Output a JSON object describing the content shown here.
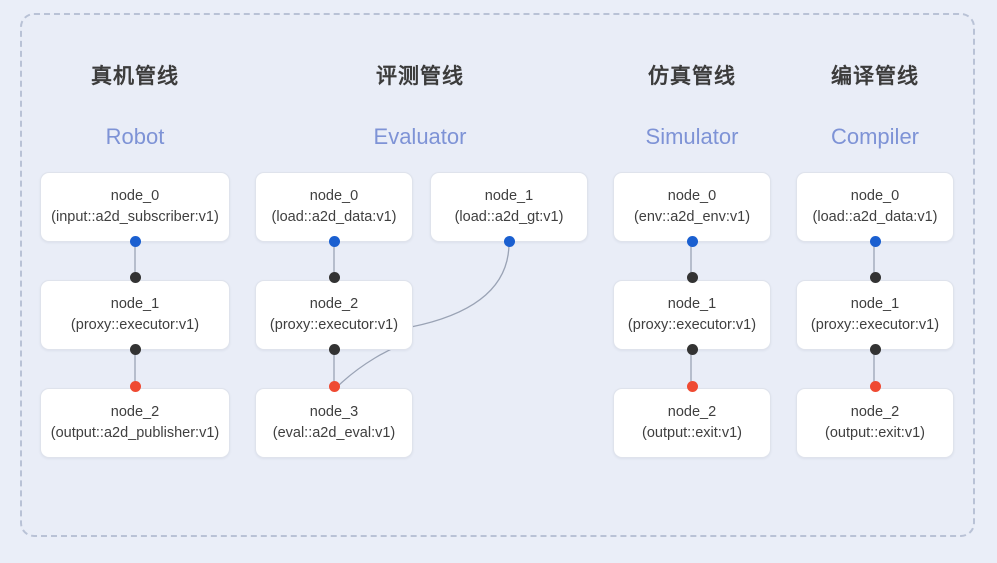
{
  "diagram": {
    "background_color": "#eaeef8",
    "panel_color": "#e9edf7",
    "panel_border_color": "#b9c2d6",
    "edge_color": "#9aa3b5",
    "port_colors": {
      "input": "#1a5fd0",
      "middle": "#333333",
      "output": "#ef4a32"
    }
  },
  "columns": [
    {
      "title_cn": "真机管线",
      "title_en": "Robot",
      "nodes": [
        {
          "name": "node_0",
          "type": "(input::a2d_subscriber:v1)"
        },
        {
          "name": "node_1",
          "type": "(proxy::executor:v1)"
        },
        {
          "name": "node_2",
          "type": "(output::a2d_publisher:v1)"
        }
      ]
    },
    {
      "title_cn": "评测管线",
      "title_en": "Evaluator",
      "nodes": [
        {
          "name": "node_0",
          "type": "(load::a2d_data:v1)"
        },
        {
          "name": "node_1",
          "type": "(load::a2d_gt:v1)"
        },
        {
          "name": "node_2",
          "type": "(proxy::executor:v1)"
        },
        {
          "name": "node_3",
          "type": "(eval::a2d_eval:v1)"
        }
      ]
    },
    {
      "title_cn": "仿真管线",
      "title_en": "Simulator",
      "nodes": [
        {
          "name": "node_0",
          "type": "(env::a2d_env:v1)"
        },
        {
          "name": "node_1",
          "type": "(proxy::executor:v1)"
        },
        {
          "name": "node_2",
          "type": "(output::exit:v1)"
        }
      ]
    },
    {
      "title_cn": "编译管线",
      "title_en": "Compiler",
      "nodes": [
        {
          "name": "node_0",
          "type": "(load::a2d_data:v1)"
        },
        {
          "name": "node_1",
          "type": "(proxy::executor:v1)"
        },
        {
          "name": "node_2",
          "type": "(output::exit:v1)"
        }
      ]
    }
  ]
}
